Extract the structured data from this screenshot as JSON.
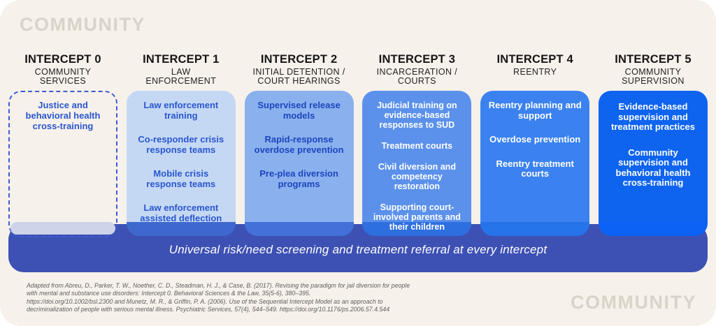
{
  "community_label_top": "COMMUNITY",
  "community_label_bottom": "COMMUNITY",
  "banner": {
    "text": "Universal risk/need screening and treatment referral at every intercept"
  },
  "columns": [
    {
      "title": "INTERCEPT 0",
      "subtitle": "COMMUNITY\nSERVICES",
      "items": [
        "Justice and behavioral health cross-training"
      ]
    },
    {
      "title": "INTERCEPT 1",
      "subtitle": "LAW\nENFORCEMENT",
      "items": [
        "Law enforcement training",
        "Co-responder crisis response teams",
        "Mobile crisis response teams",
        "Law enforcement assisted deflection"
      ]
    },
    {
      "title": "INTERCEPT 2",
      "subtitle": "INITIAL DETENTION /\nCOURT HEARINGS",
      "items": [
        "Supervised release models",
        "Rapid-response overdose prevention",
        "Pre-plea diversion programs"
      ]
    },
    {
      "title": "INTERCEPT 3",
      "subtitle": "INCARCERATION /\nCOURTS",
      "items": [
        "Judicial training on evidence-based responses to SUD",
        "Treatment courts",
        "Civil diversion and competency restoration",
        "Supporting court-involved parents and their children"
      ]
    },
    {
      "title": "INTERCEPT 4",
      "subtitle": "REENTRY",
      "items": [
        "Reentry planning and support",
        "Overdose prevention",
        "Reentry treatment courts"
      ]
    },
    {
      "title": "INTERCEPT 5",
      "subtitle": "COMMUNITY\nSUPERVISION",
      "items": [
        "Evidence-based supervision and treatment practices",
        "Community supervision and behavioral health cross-training"
      ]
    }
  ],
  "citation": {
    "lines": [
      "Adapted from Abreu, D., Parker, T. W., Noether, C. D., Steadman, H. J., & Case, B. (2017). Revising the paradigm for jail diversion for people",
      "with mental and substance use disorders: Intercept 0. Behavioral Sciences & the Law, 35(5-6), 380–395.",
      "https://doi.org/10.1002/bsl.2300 and Munetz, M. R., & Griffin, P. A. (2006). Use of the Sequential Intercept Model as an approach to",
      "decriminalization of people with serious mental illness. Psychiatric Services, 57(4), 544–549. https://doi.org/10.1176/ps.2006.57.4.544"
    ]
  },
  "colors": {
    "bg": "#F7F1EB",
    "community": "#D9D3C9",
    "title": "#161616",
    "dash": "#3D5BD3",
    "text-blue": "#2A56CE",
    "text-deepblue": "#1C45BE",
    "card1": "#C4D8F4",
    "card2": "#8AB1EE",
    "card3": "#5B91EB",
    "card4": "#3B82F0",
    "card5": "#0E64EF",
    "ped1": "#3E68CD",
    "ped2": "#4470D9",
    "ped3": "#2E6FE0",
    "ped4": "#2674E9",
    "ped5": "#0B62F4",
    "lavender": "#CDD3E8",
    "banner": "#3D51B4",
    "citation": "#5E5E5E"
  }
}
